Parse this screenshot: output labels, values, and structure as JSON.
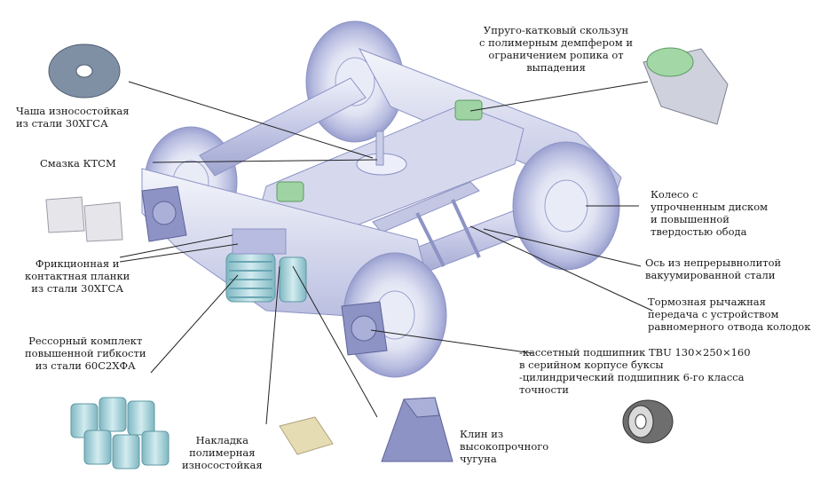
{
  "colors": {
    "steel": "#c9cde6",
    "steel_dark": "#8d93c4",
    "steel_shade": "#aab0d8",
    "spring": "#a9d4dc",
    "spring_dark": "#6aa6b3",
    "pad_green": "#9fd3a3",
    "leader": "#222222"
  },
  "labels": {
    "chasha": "Чаша износостойкая\nиз стали 30ХГСА",
    "smazka": "Смазка КТСМ",
    "friction": "Фрикционная и\nконтактная планки\nиз стали 30ХГСА",
    "ressor": "Рессорный комплект\nповышенной гибкости\nиз стали 60С2ХФА",
    "nakladka": "Накладка\nполимерная\nизносостойкая",
    "klin": "Клин из\nвысокопрочного\nчугуна",
    "podshipnik": "-кассетный подшипник TBU 130×250×160\n  в серийном корпусе буксы\n-цилиндрический подшипник 6-го класса\n  точности",
    "tormoz": "Тормозная рычажная\nпередача с устройством\nравномерного отвода колодок",
    "os": "Ось из непрерывнолитой\nвакуумированной стали",
    "koleso": "Колесо с\nупрочненным диском\nи повышенной\nтвердостью обода",
    "skolzun": "Упруго-катковый скользун\nс полимерным демпфером и\nограничением ропика от\nвыпадения"
  }
}
